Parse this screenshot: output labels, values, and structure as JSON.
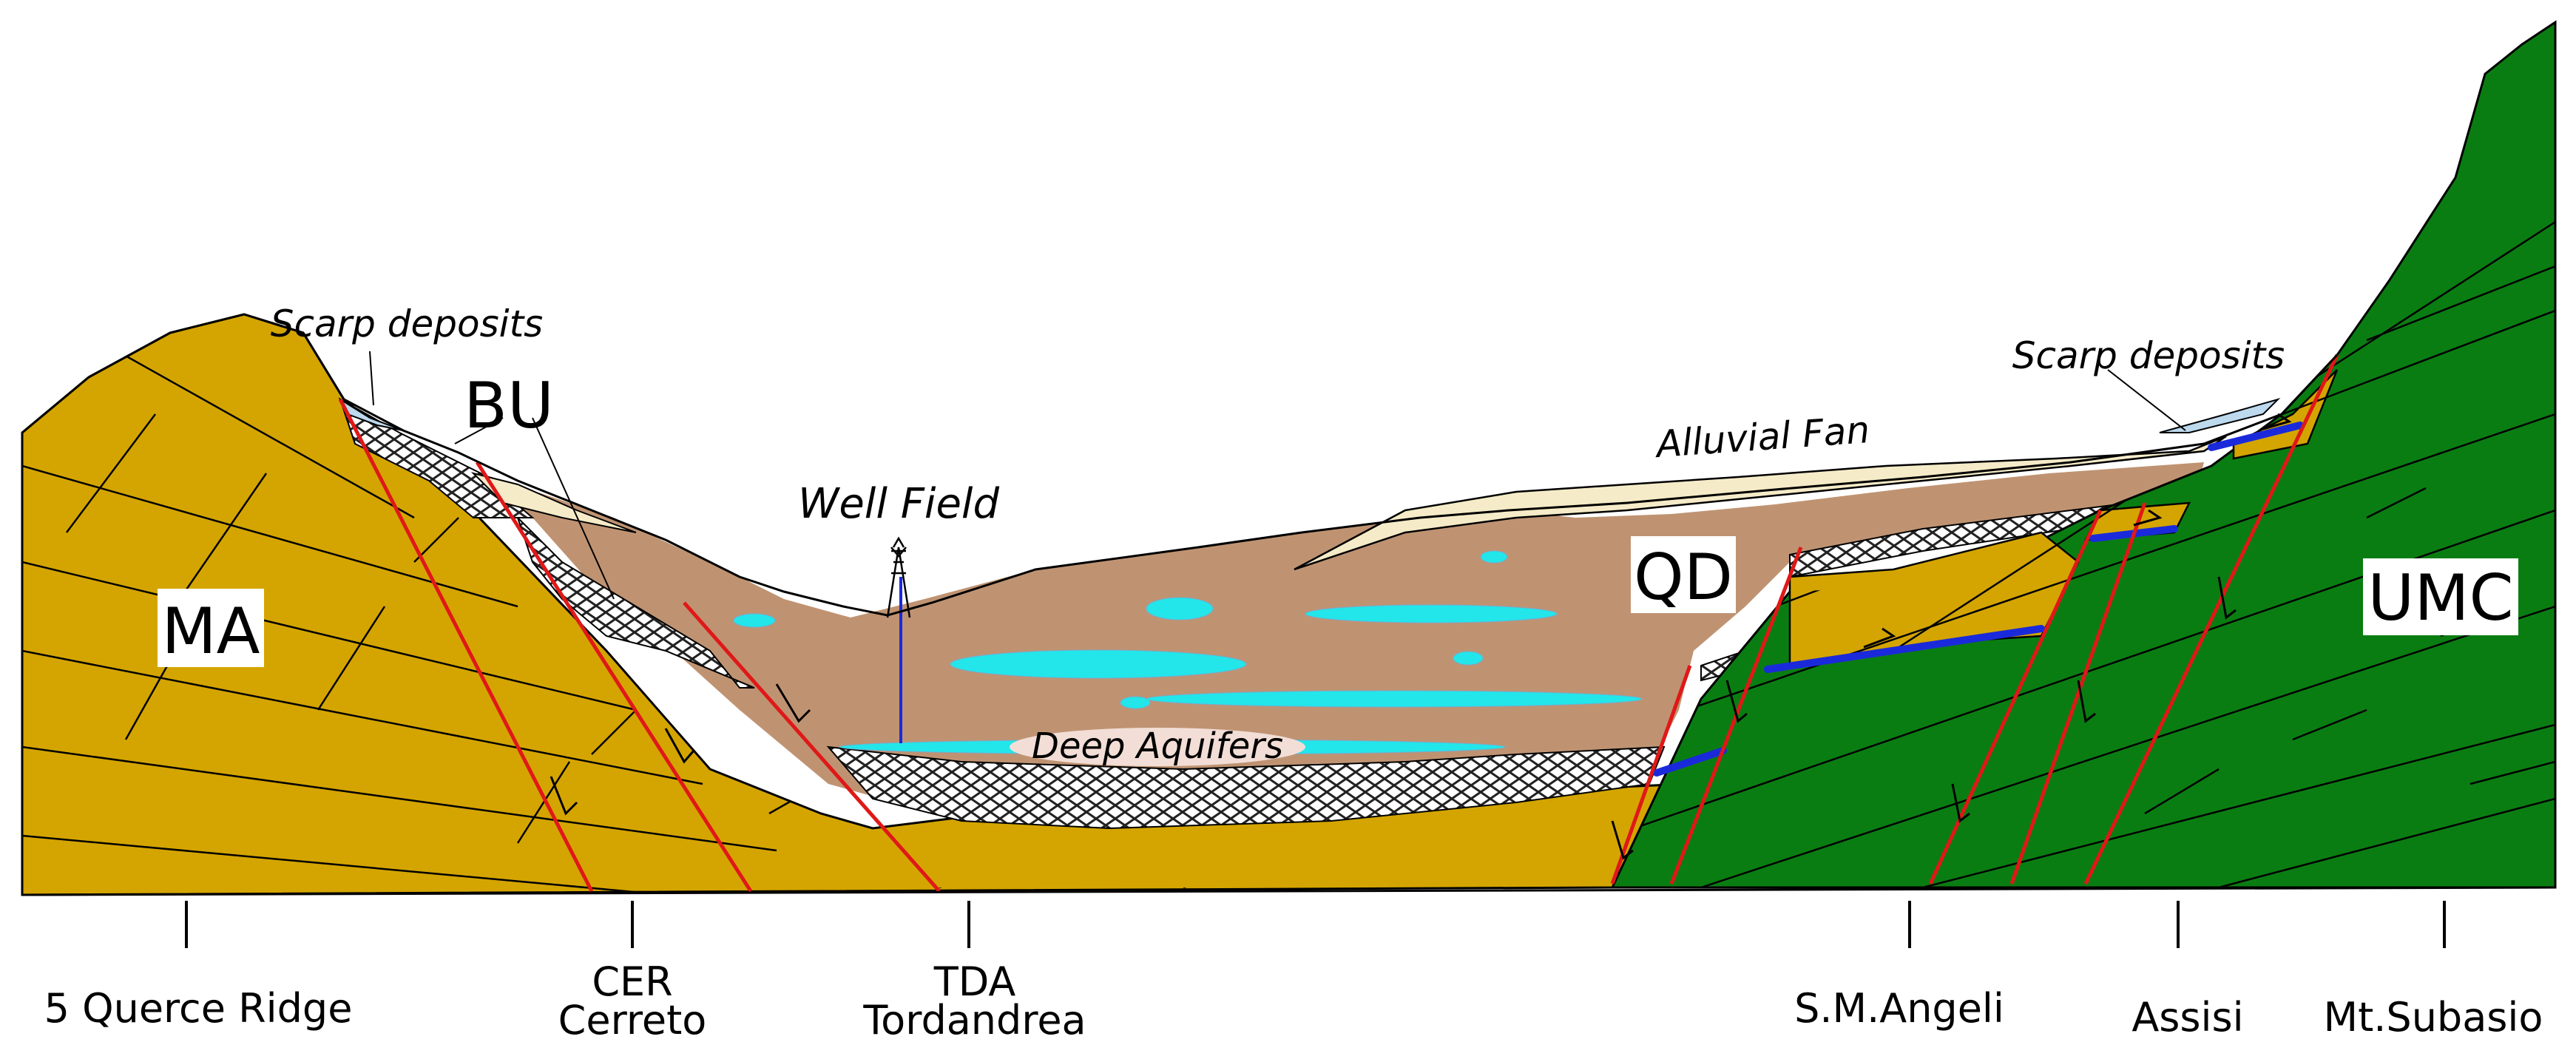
{
  "colors": {
    "carbonate_umbria_marche": "#d4a500",
    "carbonate_subasio": "#0a7d12",
    "lake_deposits": "#bf9372",
    "aquifer": "#22e6ea",
    "alluvial_fan": "#f6ebc8",
    "scarp_deposits": "#bcd9ee",
    "bevagna_unit": "#2b2b2b",
    "fault": "#e01818",
    "blue_layer": "#1a2adb"
  },
  "units": {
    "ma": "MA",
    "bu": "BU",
    "qd": "QD",
    "umc": "UMC"
  },
  "annotations": {
    "scarp_left": "Scarp deposits",
    "scarp_right": "Scarp deposits",
    "alluvial_fan": "Alluvial Fan",
    "well_field": "Well Field",
    "deep_aquifers": "Deep Aquifers"
  },
  "locations": [
    {
      "line1": "5 Querce Ridge",
      "line2": ""
    },
    {
      "line1": "CER",
      "line2": "Cerreto"
    },
    {
      "line1": "TDA",
      "line2": "Tordandrea"
    },
    {
      "line1": "S.M.Angeli",
      "line2": ""
    },
    {
      "line1": "Assisi",
      "line2": ""
    },
    {
      "line1": "Mt.Subasio",
      "line2": ""
    }
  ]
}
